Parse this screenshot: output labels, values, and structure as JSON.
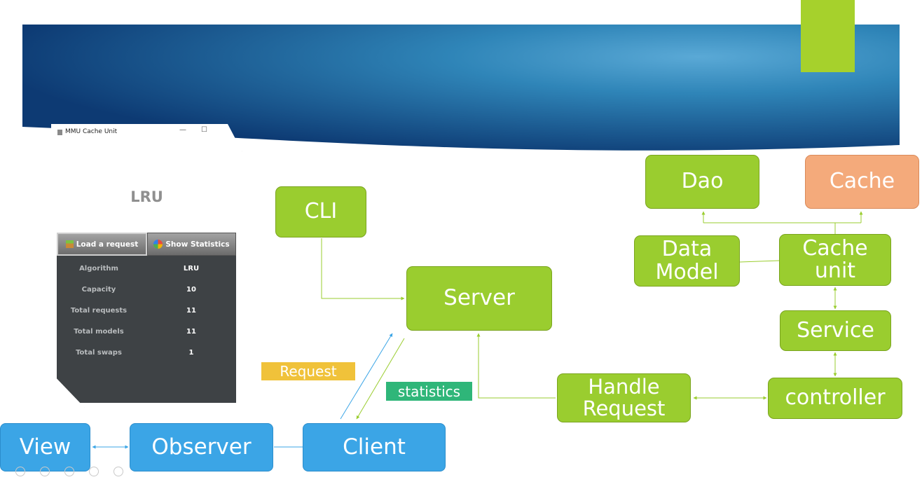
{
  "nodes": {
    "dao": "Dao",
    "cache": "Cache",
    "data_model": "Data\nModel",
    "cache_unit": "Cache\nunit",
    "service": "Service",
    "controller": "controller",
    "cli": "CLI",
    "server": "Server",
    "handle_request": "Handle\nRequest",
    "view": "View",
    "observer": "Observer",
    "client": "Client"
  },
  "labels": {
    "request": "Request",
    "statistics": "statistics"
  },
  "window": {
    "title": "MMU Cache Unit",
    "minimize": "—",
    "maximize": "☐",
    "algorithm_heading": "LRU",
    "load_button": "Load a request",
    "stats_button": "Show Statistics",
    "stats": [
      {
        "key": "Algorithm",
        "value": "LRU"
      },
      {
        "key": "Capacity",
        "value": "10"
      },
      {
        "key": "Total requests",
        "value": "11"
      },
      {
        "key": "Total models",
        "value": "11"
      },
      {
        "key": "Total swaps",
        "value": "1"
      }
    ]
  },
  "colors": {
    "green": "#9acd2f",
    "orange": "#f4aa7b",
    "blue": "#3ba5e6",
    "request_tag": "#f0c23a",
    "statistics_tag": "#2fb679",
    "banner_dark": "#0d3a73",
    "banner_light": "#3e9ad0"
  }
}
